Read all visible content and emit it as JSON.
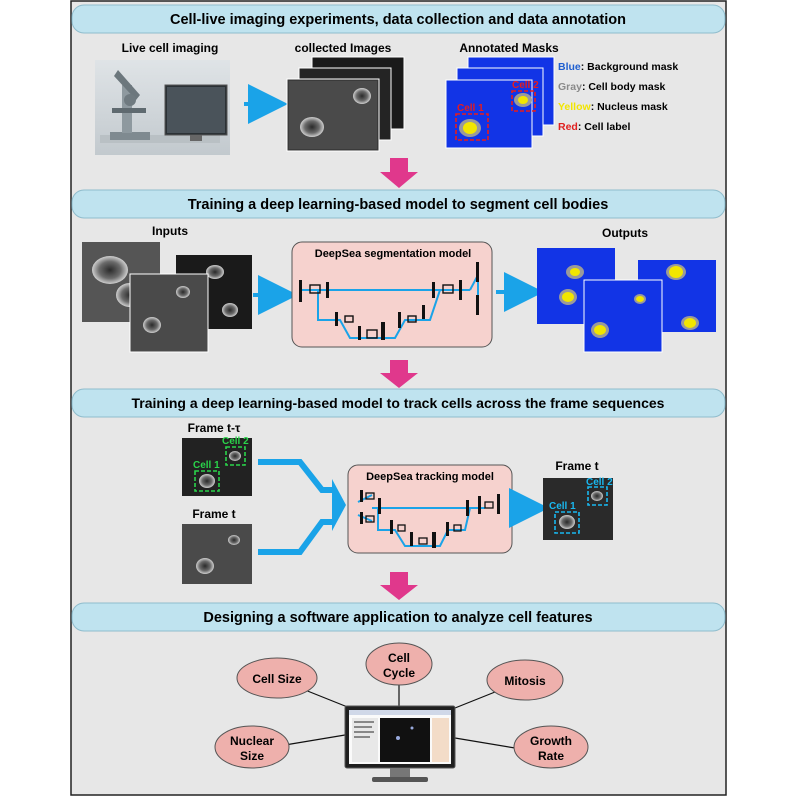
{
  "sections": [
    {
      "title": "Cell-live imaging experiments, data collection and data annotation"
    },
    {
      "title": "Training a deep learning-based model to segment cell bodies"
    },
    {
      "title": "Training a deep learning-based model to track cells across the frame sequences"
    },
    {
      "title": "Designing a software application to analyze cell features"
    }
  ],
  "panel1": {
    "live_label": "Live cell imaging",
    "collected_label": "collected Images",
    "masks_label": "Annotated Masks",
    "cell1": "Cell 1",
    "cell2": "Cell 2",
    "legend": [
      {
        "key": "Blue",
        "text": ": Background mask",
        "color": "#1f5fd0"
      },
      {
        "key": "Gray",
        "text": ": Cell body mask",
        "color": "#8a8a8a"
      },
      {
        "key": "Yellow",
        "text": ": Nucleus mask",
        "color": "#f2e600"
      },
      {
        "key": "Red",
        "text": ": Cell label",
        "color": "#e02020"
      }
    ]
  },
  "panel2": {
    "inputs_label": "Inputs",
    "model_label": "DeepSea segmentation model",
    "outputs_label": "Outputs"
  },
  "panel3": {
    "frame_prev_label": "Frame t-τ",
    "frame_t_label": "Frame t",
    "frame_t_out_label": "Frame t",
    "model_label": "DeepSea tracking model",
    "cell1_green": "Cell 1",
    "cell2_green": "Cell 2",
    "cell1_blue": "Cell 1",
    "cell2_blue": "Cell 2"
  },
  "panel4": {
    "features": [
      {
        "lines": [
          "Cell Size"
        ]
      },
      {
        "lines": [
          "Cell",
          "Cycle"
        ]
      },
      {
        "lines": [
          "Mitosis"
        ]
      },
      {
        "lines": [
          "Nuclear",
          "Size"
        ]
      },
      {
        "lines": [
          "Growth",
          "Rate"
        ]
      }
    ]
  },
  "colors": {
    "banner": "#bfe3ef",
    "panel_bg": "#e7e7e7",
    "arrow_blue": "#1aa3e8",
    "arrow_pink": "#e0388c",
    "model_fill": "#f6d2ce",
    "feature_fill": "#eeb0ac",
    "mask_blue": "#1234e6",
    "green": "#2ad44a",
    "cyan": "#19b8f0",
    "red": "#e81c1c"
  }
}
